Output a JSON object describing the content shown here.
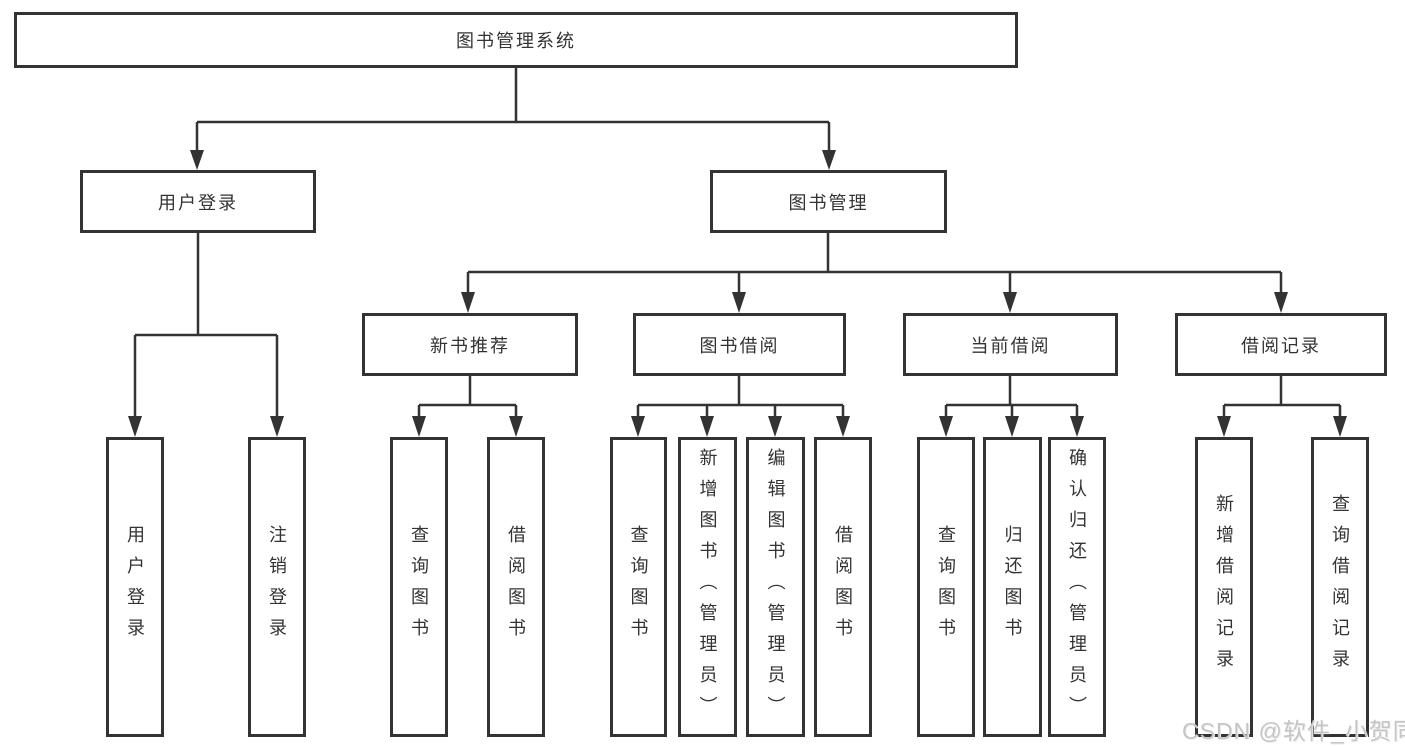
{
  "tree": {
    "root": "图书管理系统",
    "login": {
      "label": "用户登录",
      "children": [
        "用户登录",
        "注销登录"
      ]
    },
    "mgmt": {
      "label": "图书管理",
      "sections": [
        {
          "label": "新书推荐",
          "children": [
            "查询图书",
            "借阅图书"
          ]
        },
        {
          "label": "图书借阅",
          "children": [
            "查询图书",
            "新增图书（管理员）",
            "编辑图书（管理员）",
            "借阅图书"
          ]
        },
        {
          "label": "当前借阅",
          "children": [
            "查询图书",
            "归还图书",
            "确认归还（管理员）"
          ]
        },
        {
          "label": "借阅记录",
          "children": [
            "新增借阅记录",
            "查询借阅记录"
          ]
        }
      ]
    }
  },
  "watermark": {
    "text": "CSDN @软件_小贺同学",
    "color": "#c5c5c5"
  },
  "colors": {
    "line": "#333333",
    "box_border": "#333333",
    "text": "#333333",
    "background": "#ffffff"
  }
}
